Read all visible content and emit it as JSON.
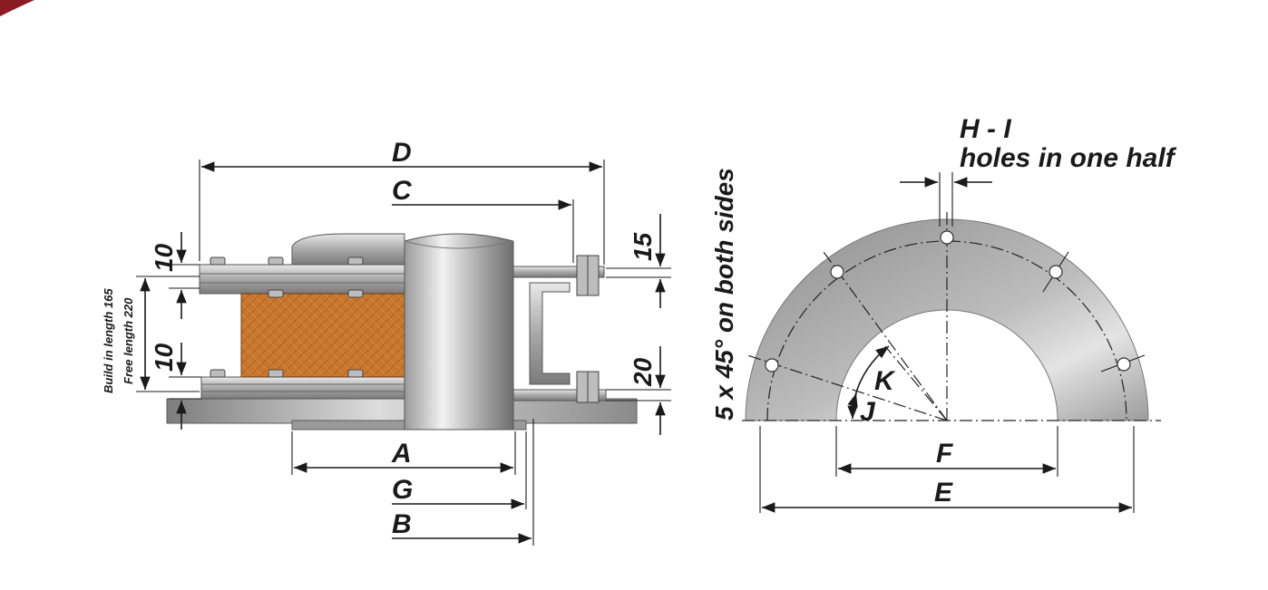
{
  "side_view": {
    "labels": {
      "D": "D",
      "C": "C",
      "A": "A",
      "G": "G",
      "B": "B",
      "dim_10_top": "10",
      "dim_10_bottom": "10",
      "dim_15": "15",
      "dim_20": "20",
      "build_in_length": "Build in length 165",
      "free_length": "Free length 220"
    }
  },
  "front_view": {
    "labels": {
      "H_I": "H - I",
      "holes_note": "holes in one half",
      "chamfer_note": "5 x 45° on both sides",
      "K": "K",
      "J": "J",
      "F": "F",
      "E": "E"
    }
  },
  "colors": {
    "steel_light": "#d8d8d8",
    "steel_dark": "#8a8a8a",
    "rubber": "#c8772f",
    "brand_corner": "#8b1a24"
  }
}
